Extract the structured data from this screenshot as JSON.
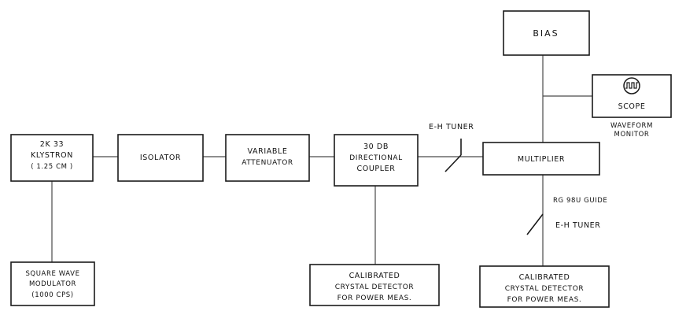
{
  "blocks": {
    "klystron": [
      "2K 33",
      "KLYSTRON",
      "( 1.25 CM )"
    ],
    "isolator": [
      "ISOLATOR"
    ],
    "attenuator": [
      "VARIABLE",
      "ATTENUATOR"
    ],
    "coupler": [
      "30 DB",
      "DIRECTIONAL",
      "COUPLER"
    ],
    "multiplier": [
      "MULTIPLIER"
    ],
    "bias": [
      "BIAS"
    ],
    "scope": [
      "SCOPE"
    ],
    "square_wave_modulator": [
      "SQUARE WAVE",
      "MODULATOR",
      "(1000 CPS)"
    ],
    "detector_left": [
      "CALIBRATED",
      "CRYSTAL DETECTOR",
      "FOR POWER MEAS."
    ],
    "detector_right": [
      "CALIBRATED",
      "CRYSTAL DETECTOR",
      "FOR POWER MEAS."
    ]
  },
  "labels": {
    "eh_tuner_top": "E-H TUNER",
    "waveform_monitor": [
      "WAVEFORM",
      "MONITOR"
    ],
    "rg_guide": "RG 98U GUIDE",
    "eh_tuner_bottom": "E-H TUNER"
  },
  "icons": {
    "scope_screen": "square-wave-oscilloscope-icon"
  },
  "colors": {
    "line": "#1a1a1a",
    "background": "#ffffff"
  }
}
